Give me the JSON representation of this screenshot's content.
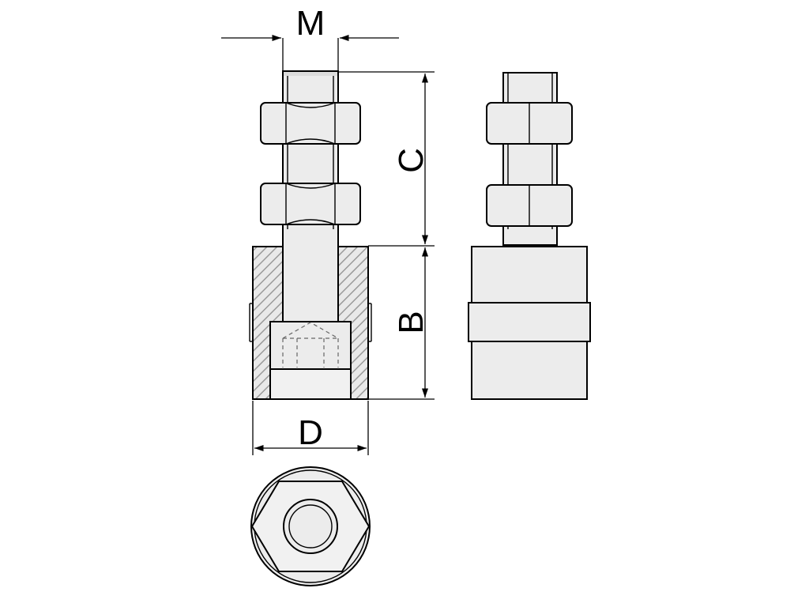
{
  "dimensions": {
    "m": "M",
    "c": "C",
    "b": "B",
    "d": "D"
  },
  "colors": {
    "line": "#000000",
    "fill": "#ececec",
    "hatch": "#9a9a9a",
    "background": "#ffffff"
  }
}
